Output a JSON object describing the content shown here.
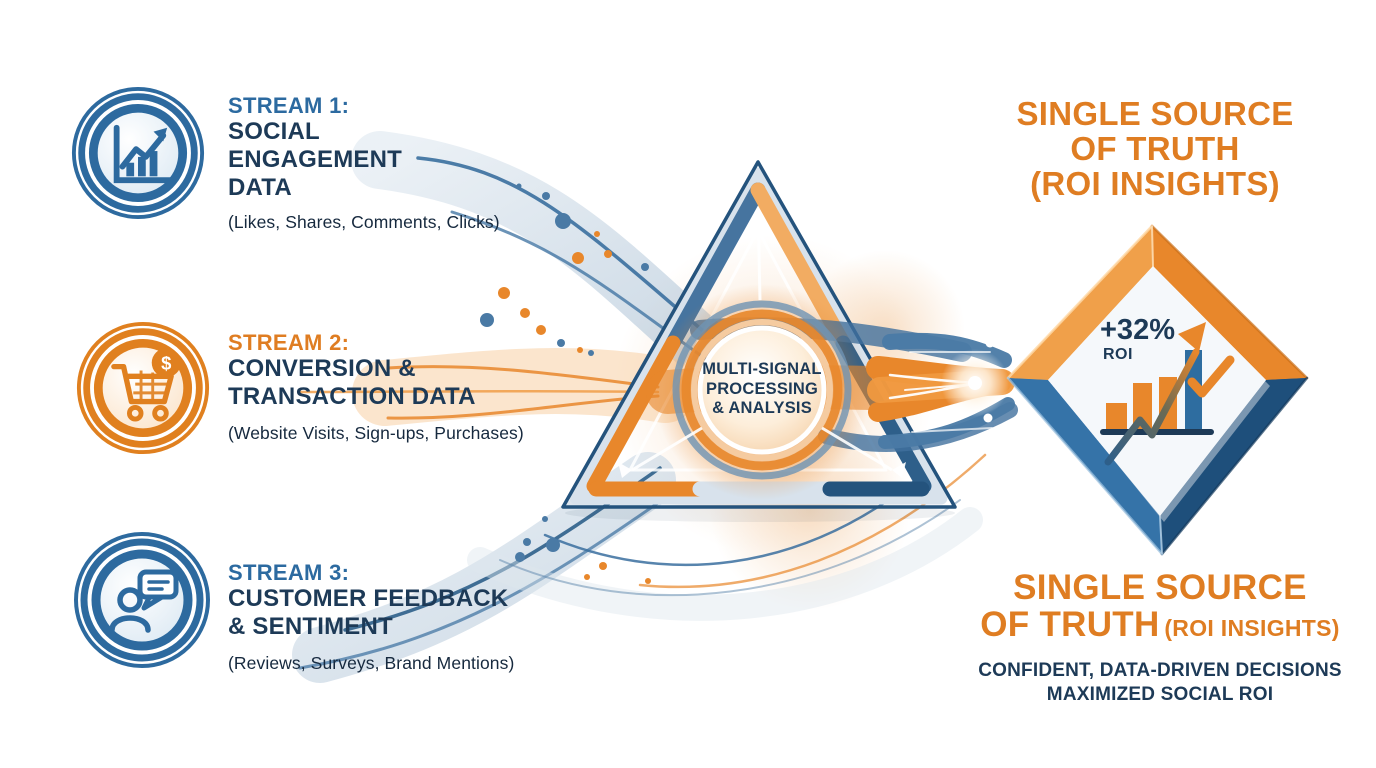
{
  "palette": {
    "orange": "#DF7D22",
    "orange_bright": "#E8872B",
    "orange_light": "#F2A85C",
    "blue": "#2E6DA0",
    "blue_mid": "#3A6F9F",
    "navy": "#1D3A57",
    "silver": "#D8E2EC",
    "peach": "#F6D9BD"
  },
  "icons": {
    "stream1": "growth-bar-chart-icon",
    "stream2": "shopping-cart-dollar-icon",
    "stream3": "person-feedback-icon",
    "dollar_symbol": "$",
    "diamond_chart": "roi-growth-chart-icon",
    "checkmark": "check-icon"
  },
  "streams": [
    {
      "label": "STREAM 1:",
      "title_lines": [
        "SOCIAL",
        "ENGAGEMENT",
        "DATA"
      ],
      "subtitle": "(Likes, Shares, Comments, Clicks)",
      "accent": "#2C6AA0"
    },
    {
      "label": "STREAM 2:",
      "title_lines": [
        "CONVERSION &",
        "TRANSACTION DATA"
      ],
      "subtitle": "(Website Visits, Sign-ups, Purchases)",
      "accent": "#DF7D22"
    },
    {
      "label": "STREAM 3:",
      "title_lines": [
        "CUSTOMER FEEDBACK",
        "& SENTIMENT"
      ],
      "subtitle": "(Reviews, Surveys, Brand Mentions)",
      "accent": "#2C6AA0"
    }
  ],
  "processor": {
    "lines": [
      "MULTI-SIGNAL",
      "PROCESSING",
      "& ANALYSIS"
    ]
  },
  "result": {
    "heading": {
      "lines": [
        "SINGLE SOURCE",
        "OF TRUTH",
        "(ROI INSIGHTS)"
      ]
    },
    "badge": {
      "metric": "+32%",
      "label": "ROI"
    },
    "footer": {
      "line1": "SINGLE SOURCE",
      "line2_main": "OF TRUTH",
      "line2_paren": "(ROI INSIGHTS)",
      "sub1": "CONFIDENT, DATA-DRIVEN DECISIONS",
      "sub2": "MAXIMIZED SOCIAL ROI"
    }
  }
}
